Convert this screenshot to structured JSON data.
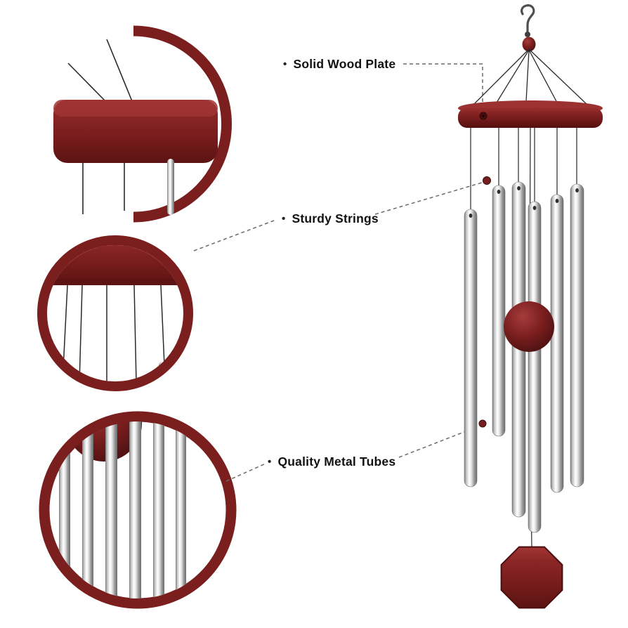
{
  "page": {
    "background": "#ffffff",
    "description_visible_text_only": true
  },
  "labels": [
    {
      "id": "solid-wood-plate",
      "bullet": "•",
      "text": "Solid Wood Plate"
    },
    {
      "id": "sturdy-strings",
      "bullet": "•",
      "text": "Sturdy Strings"
    },
    {
      "id": "quality-metal-tubes",
      "bullet": "•",
      "text": "Quality Metal Tubes"
    }
  ],
  "callouts": [
    {
      "name": "wood-plate-detail",
      "shape": "arc-circle"
    },
    {
      "name": "strings-detail",
      "shape": "circle"
    },
    {
      "name": "metal-tubes-detail",
      "shape": "circle"
    }
  ],
  "colors": {
    "wood_maroon": "#7b1e1e",
    "wood_dark": "#581212",
    "wood_light": "#9c3232",
    "tube_highlight": "#ffffff",
    "tube_shadow": "#6b6b6b",
    "string": "#262626",
    "leader_line": "#6b6b6b",
    "label_text": "#111111",
    "background": "#ffffff"
  },
  "icons": {
    "bullet": "•",
    "hook": "s-hook",
    "eye_screw": "screw-eye"
  }
}
